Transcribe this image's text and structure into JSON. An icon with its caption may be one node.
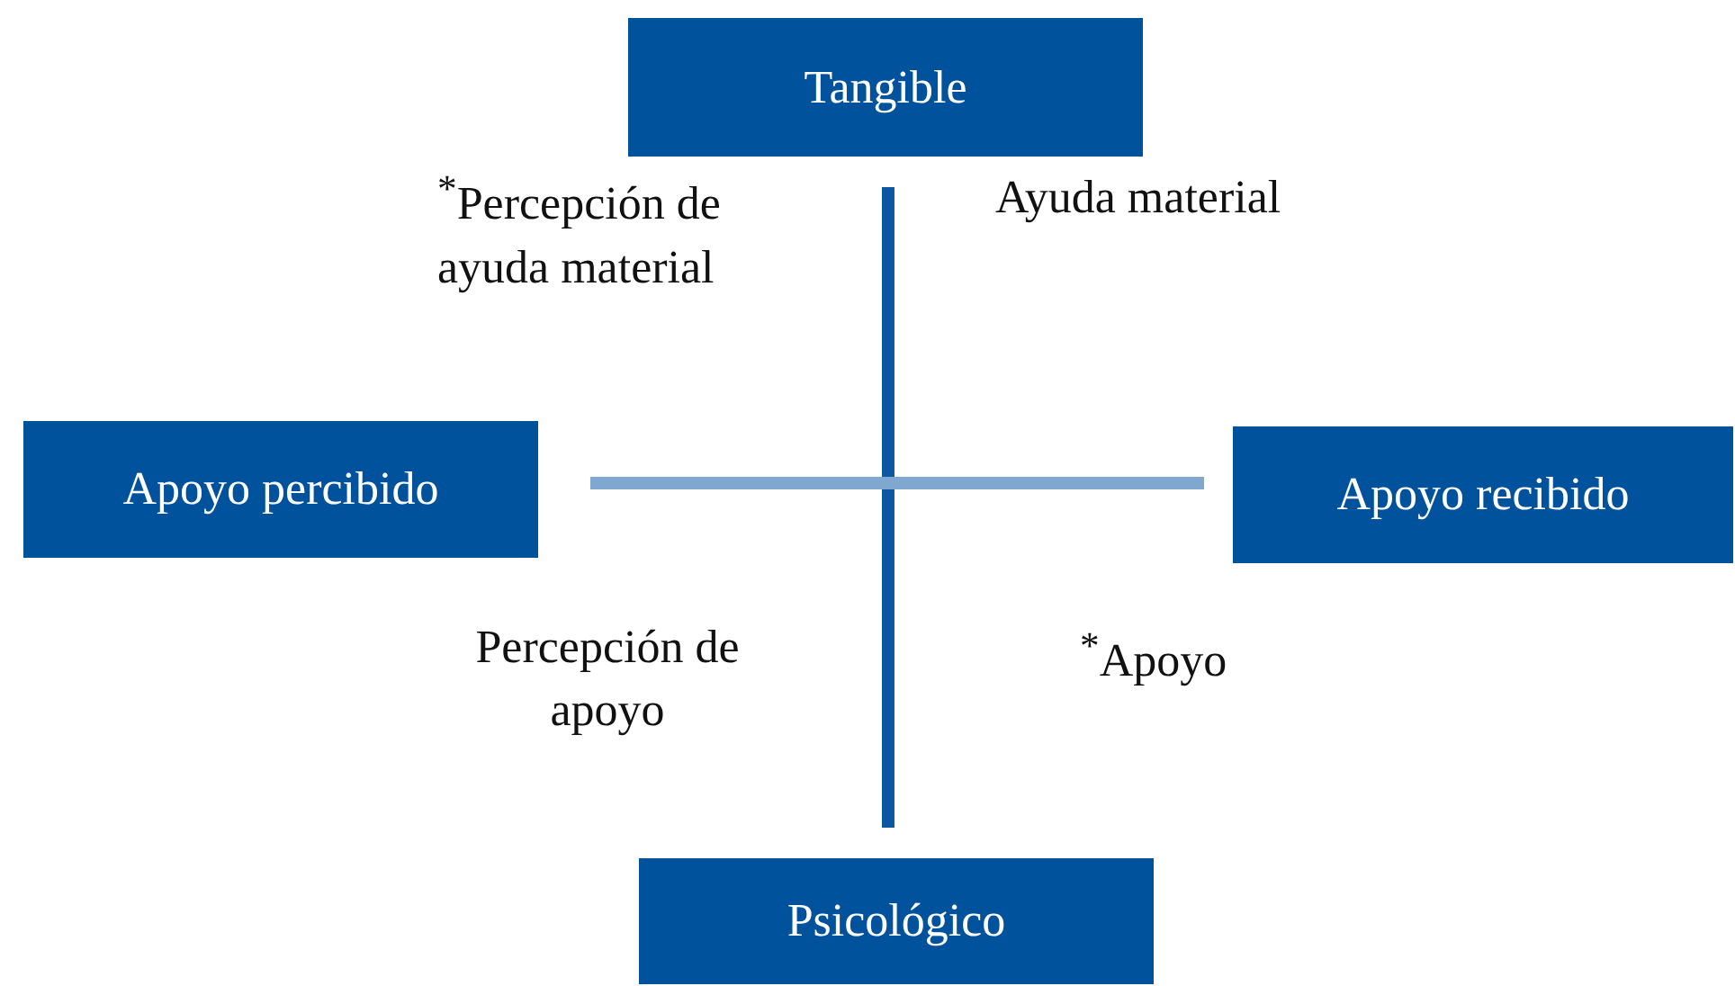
{
  "diagram": {
    "nodes": [
      {
        "text": [
          "Tangible"
        ]
      },
      {
        "text": [
          "Apoyo percibido"
        ]
      },
      {
        "text": [
          "Apoyo recibido"
        ]
      },
      {
        "text": [
          "Psicológico"
        ]
      }
    ],
    "labels": [
      "$^{*}$Percepción de ayuda material",
      "Ayuda material",
      "Percepción de apoyo",
      "$^{*}$Apoyo"
    ]
  }
}
